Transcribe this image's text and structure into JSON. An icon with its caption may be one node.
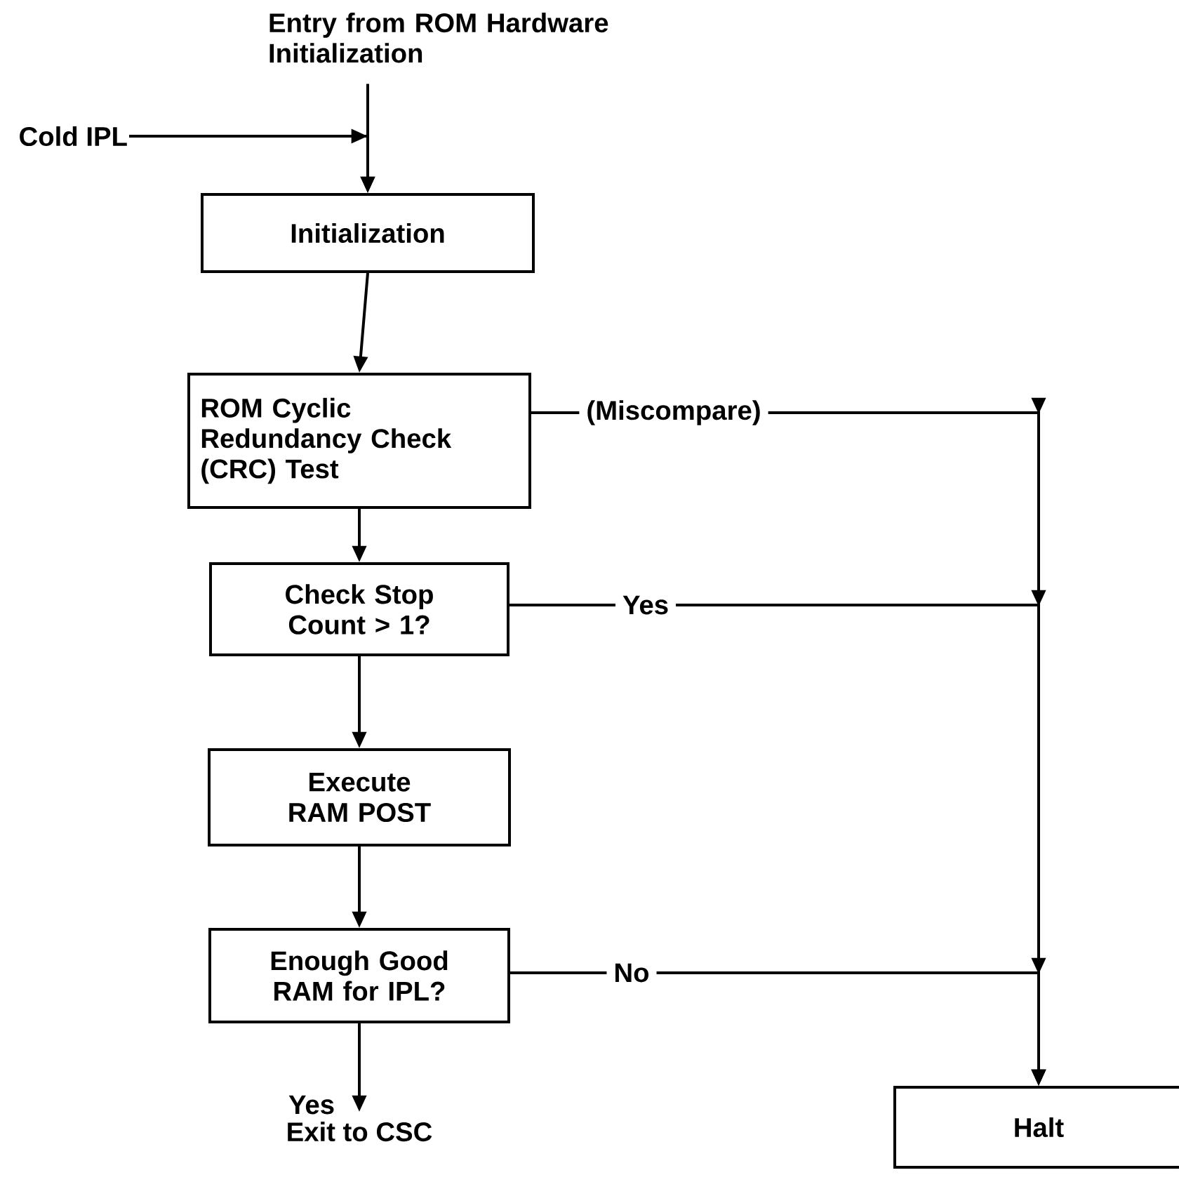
{
  "diagram": {
    "nodes": [
      {
        "text": [
          "Entry from ROM Hardware Initialization"
        ]
      },
      {
        "text": [
          "Cold IPL"
        ]
      },
      {
        "text": [
          "Initialization"
        ]
      },
      {
        "text": [
          "ROM Cyclic Redundancy Check (CRC) Test"
        ]
      },
      {
        "text": [
          "Check Stop Count > 1?"
        ]
      },
      {
        "text": [
          "Execute RAM POST"
        ]
      },
      {
        "text": [
          "Enough Good RAM for IPL?"
        ]
      },
      {
        "text": [
          "Exit to CSC"
        ]
      },
      {
        "text": [
          "Halt"
        ]
      }
    ],
    "edges": [
      {
        "from": 0,
        "to": 2,
        "arrow": "to"
      },
      {
        "from": 1,
        "to": 2,
        "arrow": "to"
      },
      {
        "from": 2,
        "to": 3,
        "arrow": "to"
      },
      {
        "from": 3,
        "to": 4,
        "arrow": "to"
      },
      {
        "from": 4,
        "to": 5,
        "arrow": "to"
      },
      {
        "from": 5,
        "to": 6,
        "arrow": "to"
      },
      {
        "from": 6,
        "to": 7,
        "arrow": "to",
        "label": "Yes"
      },
      {
        "from": 3,
        "to": 8,
        "arrow": "to",
        "label": "(Miscompare)"
      },
      {
        "from": 4,
        "to": 8,
        "arrow": "to",
        "label": "Yes"
      },
      {
        "from": 6,
        "to": 8,
        "arrow": "to",
        "label": "No"
      }
    ]
  }
}
